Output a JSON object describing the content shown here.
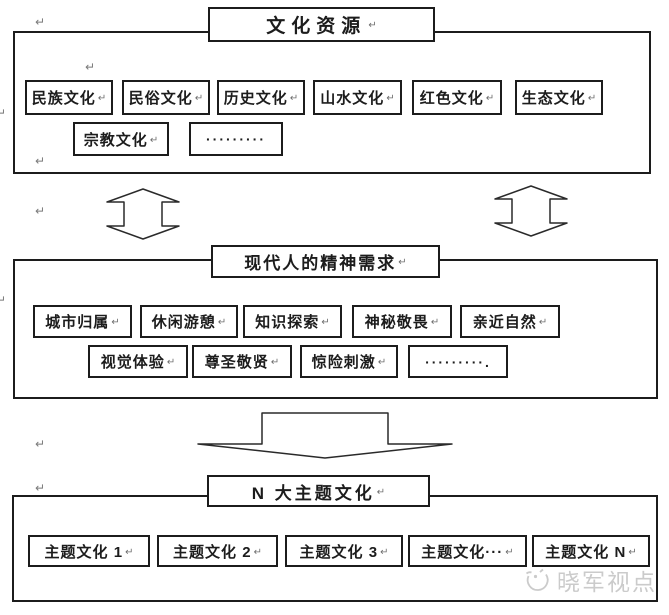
{
  "diagram": {
    "resources": {
      "title": "文化资源",
      "row1": [
        "民族文化",
        "民俗文化",
        "历史文化",
        "山水文化",
        "红色文化",
        "生态文化"
      ],
      "row2": [
        "宗教文化",
        "·········"
      ]
    },
    "needs": {
      "title": "现代人的精神需求",
      "row1": [
        "城市归属",
        "休闲游憩",
        "知识探索",
        "神秘敬畏",
        "亲近自然"
      ],
      "row2": [
        "视觉体验",
        "尊圣敬贤",
        "惊险刺激",
        "·········."
      ]
    },
    "themes": {
      "title": "N 大主题文化",
      "row": [
        "主题文化 1",
        "主题文化 2",
        "主题文化 3",
        "主题文化···",
        "主题文化 N"
      ]
    }
  },
  "marks": {
    "return_mark": "↵"
  },
  "watermark": {
    "label": "晓军视点",
    "icon": "wink-face-logo-icon"
  },
  "colors": {
    "line": "#1c1c1c",
    "mark_gray": "#7a7a7a",
    "watermark_gray": "#cbcbcb",
    "background": "#ffffff"
  }
}
